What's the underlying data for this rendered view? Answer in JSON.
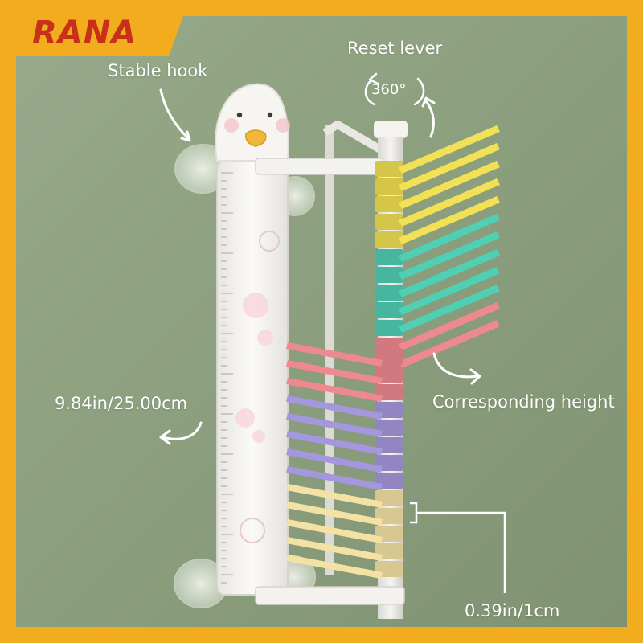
{
  "brand": {
    "name": "RANA",
    "badge_color": "#f2ad1f",
    "text_color": "#c9301a",
    "frame_color": "#f2ad1f"
  },
  "background_color": "#8c9f7e",
  "product": "duck shaped wall mounted measuring ruler with color coded height marker pins",
  "callouts": {
    "stable_hook": "Stable hook",
    "reset_lever": "Reset lever",
    "rotation": "360°",
    "total_length": "9.84in/25.00cm",
    "corresponding_height": "Corresponding height",
    "pin_spacing": "0.39in/1cm"
  },
  "pin_colors": {
    "yellow": "#f2e154",
    "teal": "#4fd0b4",
    "pink": "#ee8990",
    "purple": "#a597dd",
    "cream": "#f4e2a5"
  },
  "pins": {
    "right_stack": [
      "yellow",
      "yellow",
      "yellow",
      "yellow",
      "yellow",
      "teal",
      "teal",
      "teal",
      "teal",
      "teal",
      "pink",
      "pink"
    ],
    "left_stack": [
      "pink",
      "pink",
      "pink",
      "purple",
      "purple",
      "purple",
      "purple",
      "purple",
      "cream",
      "cream",
      "cream",
      "cream",
      "cream"
    ]
  },
  "icons": {
    "hook_arrow": "curved-arrow-icon",
    "rotate": "rotate-arrows-icon",
    "lever_arrow": "curved-arrow-icon",
    "height_arrow": "curved-arrow-icon",
    "length_arrow": "curved-arrow-icon",
    "bracket": "bracket-icon"
  }
}
